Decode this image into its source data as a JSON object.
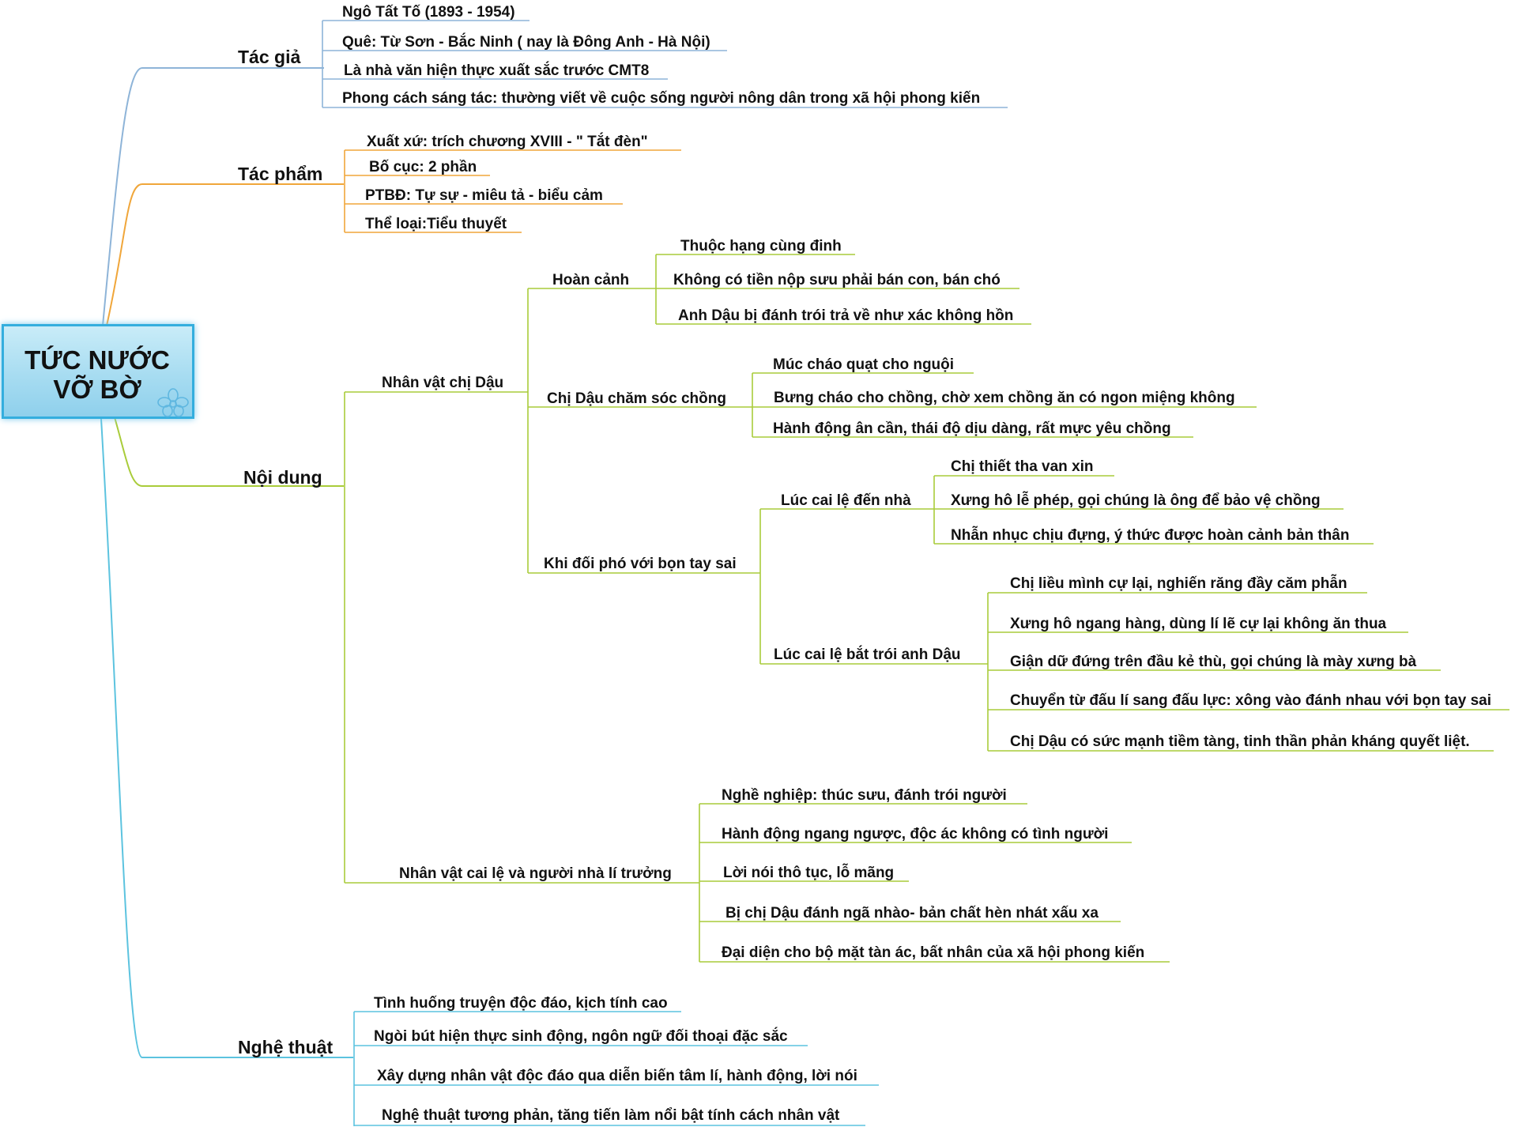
{
  "root": {
    "line1": "TỨC NƯỚC",
    "line2": "VỠ BỜ",
    "decoration_icon": "flower-icon"
  },
  "branches": {
    "tac_gia": {
      "label": "Tác giả",
      "color": "#8eb4d8",
      "items": [
        "Ngô Tất Tố (1893 - 1954)",
        "Quê: Từ Sơn - Bắc Ninh ( nay là Đông Anh - Hà Nội)",
        "Là nhà văn hiện thực xuất sắc trước CMT8",
        "Phong cách sáng tác: thường viết về cuộc sống người nông dân trong xã hội phong kiến"
      ]
    },
    "tac_pham": {
      "label": "Tác phẩm",
      "color": "#f0a63a",
      "items": [
        "Xuất xứ: trích chương XVIII - \" Tắt đèn\"",
        "Bố cục: 2 phần",
        "PTBĐ: Tự sự - miêu tả - biểu cảm",
        "Thể loại:Tiểu thuyết"
      ]
    },
    "noi_dung": {
      "label": "Nội dung",
      "color": "#a9cc3a",
      "chi_dau": {
        "label": "Nhân vật chị Dậu",
        "hoan_canh": {
          "label": "Hoàn cảnh",
          "items": [
            "Thuộc hạng cùng đinh",
            "Không có tiền nộp sưu phải bán con, bán chó",
            "Anh Dậu bị đánh trói trả về như xác không hồn"
          ]
        },
        "cham_soc": {
          "label": "Chị Dậu chăm sóc chồng",
          "items": [
            "Múc cháo quạt cho nguội",
            "Bưng cháo cho chồng, chờ xem chồng ăn có ngon miệng không",
            "Hành động ân cần, thái độ dịu dàng, rất mực yêu chồng"
          ]
        },
        "doi_pho": {
          "label": "Khi đối phó với bọn tay sai",
          "den_nha": {
            "label": "Lúc cai lệ đến nhà",
            "items": [
              "Chị thiết tha van xin",
              "Xưng hô lễ phép, gọi chúng là ông để bảo vệ chồng",
              "Nhẫn nhục chịu đựng, ý thức được hoàn cảnh bản thân"
            ]
          },
          "bat_troi": {
            "label": "Lúc cai lệ bắt trói anh Dậu",
            "items": [
              "Chị liều mình cự lại, nghiến răng đầy căm phẫn",
              "Xưng hô ngang hàng, dùng lí lẽ cự lại không ăn thua",
              "Giận dữ đứng trên đầu kẻ thù, gọi chúng là mày xưng bà",
              "Chuyển từ đấu lí sang đấu lực: xông vào đánh nhau với bọn tay sai",
              "Chị Dậu có sức mạnh tiềm tàng, tinh thần phản kháng quyết liệt."
            ]
          }
        }
      },
      "cai_le": {
        "label": "Nhân vật cai lệ và người nhà lí trưởng",
        "items": [
          "Nghề nghiệp: thúc sưu, đánh trói người",
          "Hành động ngang ngược, độc ác không có tình người",
          "Lời nói thô tục, lỗ mãng",
          "Bị chị Dậu đánh ngã nhào- bản chất hèn nhát xấu xa",
          "Đại diện cho bộ mặt tàn ác, bất nhân của xã hội phong kiến"
        ]
      }
    },
    "nghe_thuat": {
      "label": "Nghệ thuật",
      "color": "#5cc3df",
      "items": [
        "Tình huống truyện độc đáo, kịch tính cao",
        "Ngòi bút hiện thực sinh động, ngôn ngữ đối thoại đặc sắc",
        "Xây dựng nhân vật độc đáo qua diễn biến tâm lí, hành động, lời nói",
        "Nghệ thuật tương phản, tăng tiến làm nổi bật tính cách nhân vật"
      ]
    }
  }
}
